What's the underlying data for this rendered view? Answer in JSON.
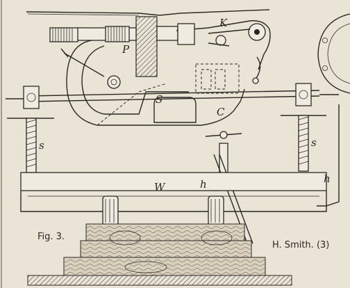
{
  "figure": {
    "caption": "Fig. 3.",
    "credit": "H. Smith. (3)"
  },
  "labels": {
    "P": "P",
    "K": "K",
    "S": "S",
    "C": "C",
    "s_left": "s",
    "s_right": "s",
    "W": "W",
    "h_left": "h",
    "h_right": "h"
  }
}
